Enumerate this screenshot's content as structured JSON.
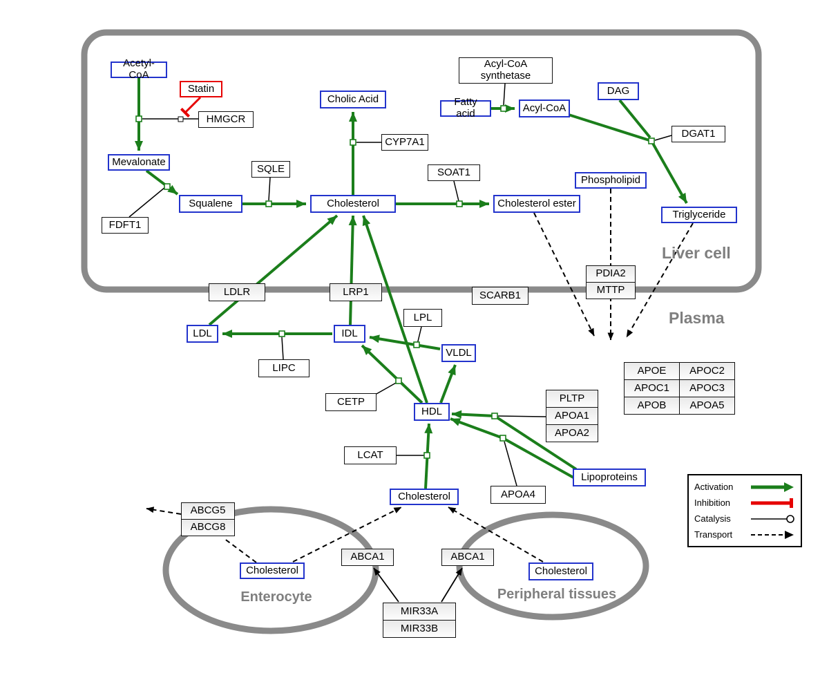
{
  "compartments": {
    "liver": "Liver cell",
    "plasma": "Plasma",
    "enterocyte": "Enterocyte",
    "peripheral": "Peripheral tissues"
  },
  "nodes": {
    "acetyl_coa": "Acetyl-CoA",
    "statin": "Statin",
    "hmgcr": "HMGCR",
    "mevalonate": "Mevalonate",
    "fdft1": "FDFT1",
    "squalene": "Squalene",
    "sqle": "SQLE",
    "cholesterol": "Cholesterol",
    "cholic_acid": "Cholic Acid",
    "cyp7a1": "CYP7A1",
    "soat1": "SOAT1",
    "cholesterol_ester": "Cholesterol ester",
    "acyl_coa_synthetase": "Acyl-CoA synthetase",
    "fatty_acid": "Fatty acid",
    "acyl_coa": "Acyl-CoA",
    "dag": "DAG",
    "dgat1": "DGAT1",
    "phospholipid": "Phospholipid",
    "triglyceride": "Triglyceride",
    "ldlr": "LDLR",
    "lrp1": "LRP1",
    "scarb1": "SCARB1",
    "pdia2": "PDIA2",
    "mttp": "MTTP",
    "ldl": "LDL",
    "idl": "IDL",
    "lipc": "LIPC",
    "lpl": "LPL",
    "vldl": "VLDL",
    "cetp": "CETP",
    "hdl": "HDL",
    "pltp": "PLTP",
    "apoa1": "APOA1",
    "apoa2": "APOA2",
    "apoe": "APOE",
    "apoc2": "APOC2",
    "apoc1": "APOC1",
    "apoc3": "APOC3",
    "apob": "APOB",
    "apoa5": "APOA5",
    "lcat": "LCAT",
    "apoa4": "APOA4",
    "lipoproteins": "Lipoproteins",
    "cholesterol_plasma": "Cholesterol",
    "abcg5": "ABCG5",
    "abcg8": "ABCG8",
    "cholesterol_enterocyte": "Cholesterol",
    "abca1_left": "ABCA1",
    "abca1_right": "ABCA1",
    "cholesterol_peripheral": "Cholesterol",
    "mir33a": "MIR33A",
    "mir33b": "MIR33B"
  },
  "legend": {
    "activation": "Activation",
    "inhibition": "Inhibition",
    "catalysis": "Catalysis",
    "transport": "Transport"
  },
  "colors": {
    "activation_green": "#1b7e1b",
    "inhibition_red": "#e60000",
    "metabolite_blue": "#2233cc",
    "membrane_gray": "#8a8a8a"
  }
}
